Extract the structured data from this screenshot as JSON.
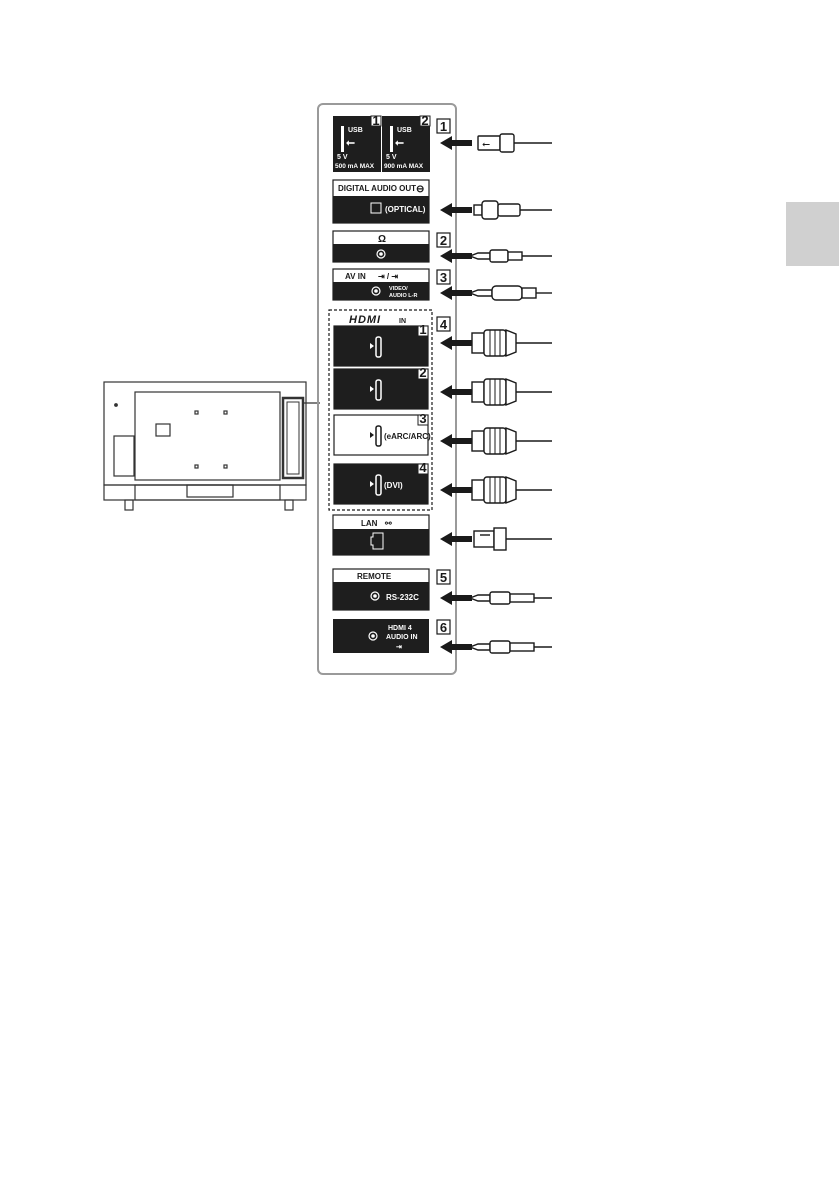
{
  "panel": {
    "usb": {
      "port1": {
        "title": "USB",
        "number": "1",
        "voltage": "5 V",
        "current": "500 mA MAX"
      },
      "port2": {
        "title": "USB",
        "number": "2",
        "voltage": "5 V",
        "current": "900 mA MAX"
      }
    },
    "digital_audio": {
      "title": "DIGITAL AUDIO OUT",
      "sub": "(OPTICAL)"
    },
    "av_in": {
      "title": "AV IN",
      "sub_line1": "VIDEO/",
      "sub_line2": "AUDIO L-R"
    },
    "hdmi": {
      "logo": "HDMI",
      "logo_suffix": "IN",
      "ports": [
        {
          "number": "1",
          "label": ""
        },
        {
          "number": "2",
          "label": ""
        },
        {
          "number": "3",
          "label": "(eARC/ARC)"
        },
        {
          "number": "4",
          "label": "(DVI)"
        }
      ]
    },
    "lan": {
      "title": "LAN"
    },
    "remote": {
      "title": "REMOTE",
      "sub": "RS-232C"
    },
    "hdmi4_audio": {
      "line1": "HDMI 4",
      "line2": "AUDIO IN"
    }
  },
  "callouts": [
    "1",
    "2",
    "3",
    "4",
    "5",
    "6"
  ],
  "colors": {
    "panel_fill": "#1e1e1e",
    "outline": "#9a9a9a",
    "ink": "#1a1a1a",
    "side_tab": "#d0d0d0"
  }
}
